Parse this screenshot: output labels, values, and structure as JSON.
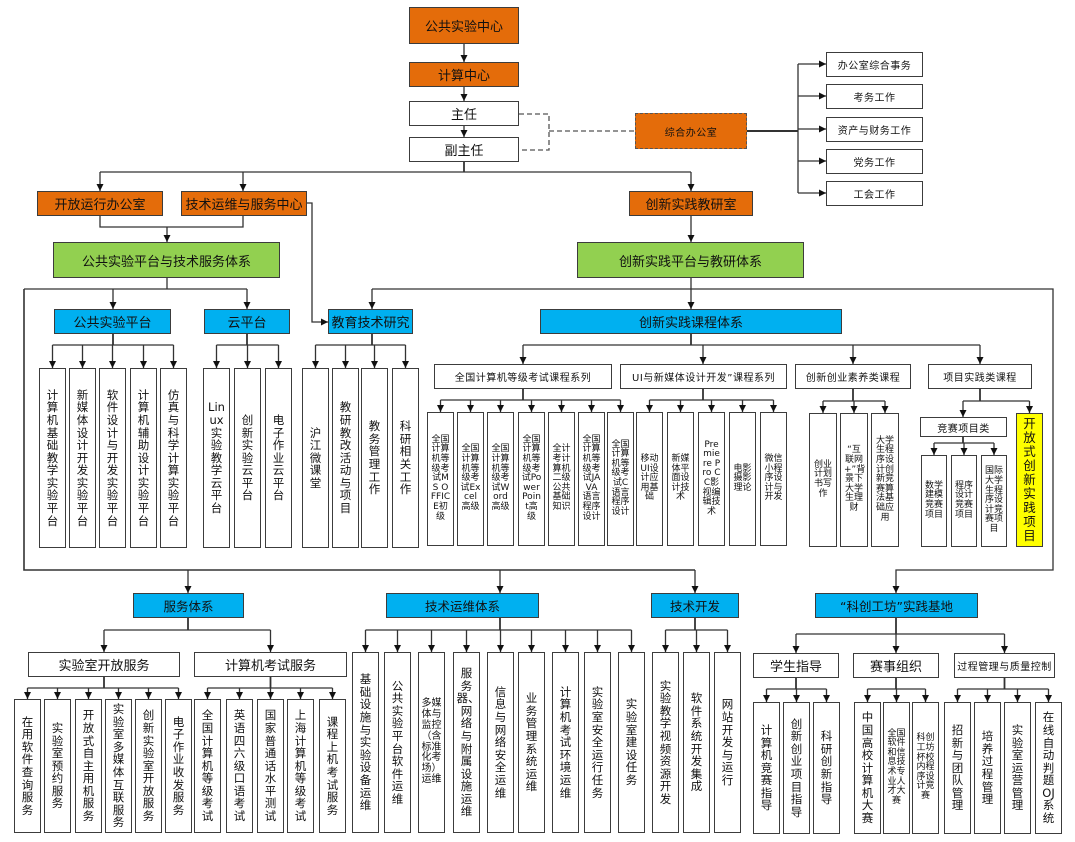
{
  "colors": {
    "department": "#E46C0A",
    "system": "#92D050",
    "platform": "#00B0F0",
    "highlight": "#FFFF00"
  },
  "org": {
    "public_lab_center": "公共实验中心",
    "computing_center": "计算中心",
    "director": "主任",
    "deputy_director": "副主任",
    "general_office": {
      "label": "综合办公室",
      "duties": [
        "办公室综合事务",
        "考务工作",
        "资产与财务工作",
        "党务工作",
        "工会工作"
      ]
    },
    "open_operation_office": "开放运行办公室",
    "tech_ops_service_center": "技术运维与服务中心",
    "innovation_teaching_research_office": "创新实践教研室"
  },
  "public_system": {
    "label": "公共实验平台与技术服务体系",
    "public_lab_platform": {
      "label": "公共实验平台",
      "items": [
        "计算机基础教学实验平台",
        "新媒体设计开发实验平台",
        "软件设计与开发实验平台",
        "计算机辅助设计实验平台",
        "仿真与科学计算实验平台"
      ]
    },
    "cloud_platform": {
      "label": "云平台",
      "items": [
        "Linux实验教学云平台",
        "创新实验云平台",
        "电子作业云平台"
      ]
    }
  },
  "edu_tech_research": {
    "label": "教育技术研究",
    "items": [
      "沪江微课堂",
      "教研教改活动与项目",
      "教务管理工作",
      "科研相关工作"
    ]
  },
  "innovation_system": {
    "label": "创新实践平台与教研体系",
    "curriculum": {
      "label": "创新实践课程体系",
      "series": [
        {
          "label": "全国计算机等级考试课程系列",
          "items": [
            "全国计算机等级考试MS OFFICE初级",
            "全国计算机等级考试Excel高级",
            "全国计算机等级考试Word高级",
            "全国计算机等级考试PowerPoint高级",
            "全计考计算机二级公共基础知识",
            "全国计算机等级考试JAVA语言程序设计",
            "全国计算机等级考试C语言程序设计"
          ]
        },
        {
          "label": "UI与新媒体设计开发”课程系列",
          "items": [
            "移动UI设计应用基础",
            "新媒体平面设计技术",
            "Premiere Pro CC影视编辑技术",
            "电影摄影理论",
            "微信小程序设计与开发"
          ]
        },
        {
          "label": "创新创业素养类课程",
          "items": [
            "创业计划书写作",
            "“互联网+”背景下大学生理财",
            "大学生程序设计创新竞赛算法基础应用"
          ]
        },
        {
          "label": "项目实践类课程",
          "competition": {
            "label": "竞赛项目类",
            "items": [
              "数学建模竞赛项目",
              "程序设计竞赛项目",
              "国际大学生程序设计竞赛项目"
            ]
          },
          "open_project": "开放式创新实践项目"
        }
      ]
    }
  },
  "service_system": {
    "label": "服务体系",
    "groups": [
      {
        "label": "实验室开放服务",
        "items": [
          "在用软件查询服务",
          "实验室预约服务",
          "开放式自主用机服务",
          "实验室多媒体互联服务",
          "创新实验室开放服务",
          "电子作业收发服务"
        ]
      },
      {
        "label": "计算机考试服务",
        "items": [
          "全国计算机等级考试",
          "英语四六级口语考试",
          "国家普通话水平测试",
          "上海计算机等级考试",
          "课程上机考试服务"
        ]
      }
    ]
  },
  "tech_ops_system": {
    "label": "技术运维体系",
    "items": [
      "基础设施与实验设备运维",
      "公共实验平台软件运维",
      "多媒体与监控（含标准化考场）运维",
      "服务器、网络与附属设施运维",
      "信息与网络安全运维",
      "业务管理系统运维",
      "计算机考试环境运维",
      "实验室安全运行任务",
      "实验室建设任务"
    ]
  },
  "tech_dev": {
    "label": "技术开发",
    "items": [
      "实验教学视频资源开发",
      "软件系统开发集成",
      "网站开发与运行"
    ]
  },
  "innovation_base": {
    "label": "“科创工坊”实践基地",
    "groups": [
      {
        "label": "学生指导",
        "items": [
          "计算机竞赛指导",
          "创新创业项目指导",
          "科研创新指导"
        ]
      },
      {
        "label": "赛事组织",
        "items": [
          "中国高校计算机大赛",
          "全国软件和信息技术专业人才大赛",
          "科创工坊杯校内程序设计竞赛"
        ]
      },
      {
        "label": "过程管理与质量控制",
        "items": [
          "招新与团队管理",
          "培养过程管理",
          "实验室运营管理",
          "在线自动判题OJ系统"
        ]
      }
    ]
  }
}
